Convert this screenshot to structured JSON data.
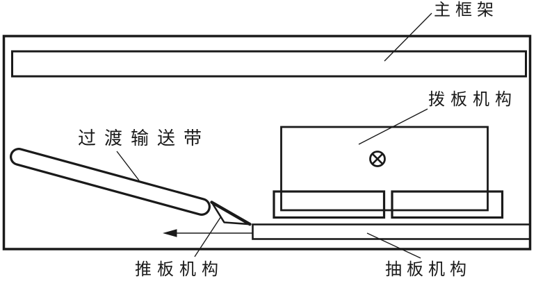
{
  "figure": {
    "type": "mechanical-schematic",
    "labels": {
      "main_frame": "主框架",
      "plate_poking_mechanism": "拨板机构",
      "transition_conveyor": "过渡输送带",
      "plate_pushing_mechanism": "推板机构",
      "plate_drawing_mechanism": "抽板机构"
    },
    "symbols": {
      "crossed_circle": "⊗",
      "arrow_direction": "left"
    },
    "colors": {
      "line": "#1a1a1a",
      "background": "#ffffff"
    }
  }
}
